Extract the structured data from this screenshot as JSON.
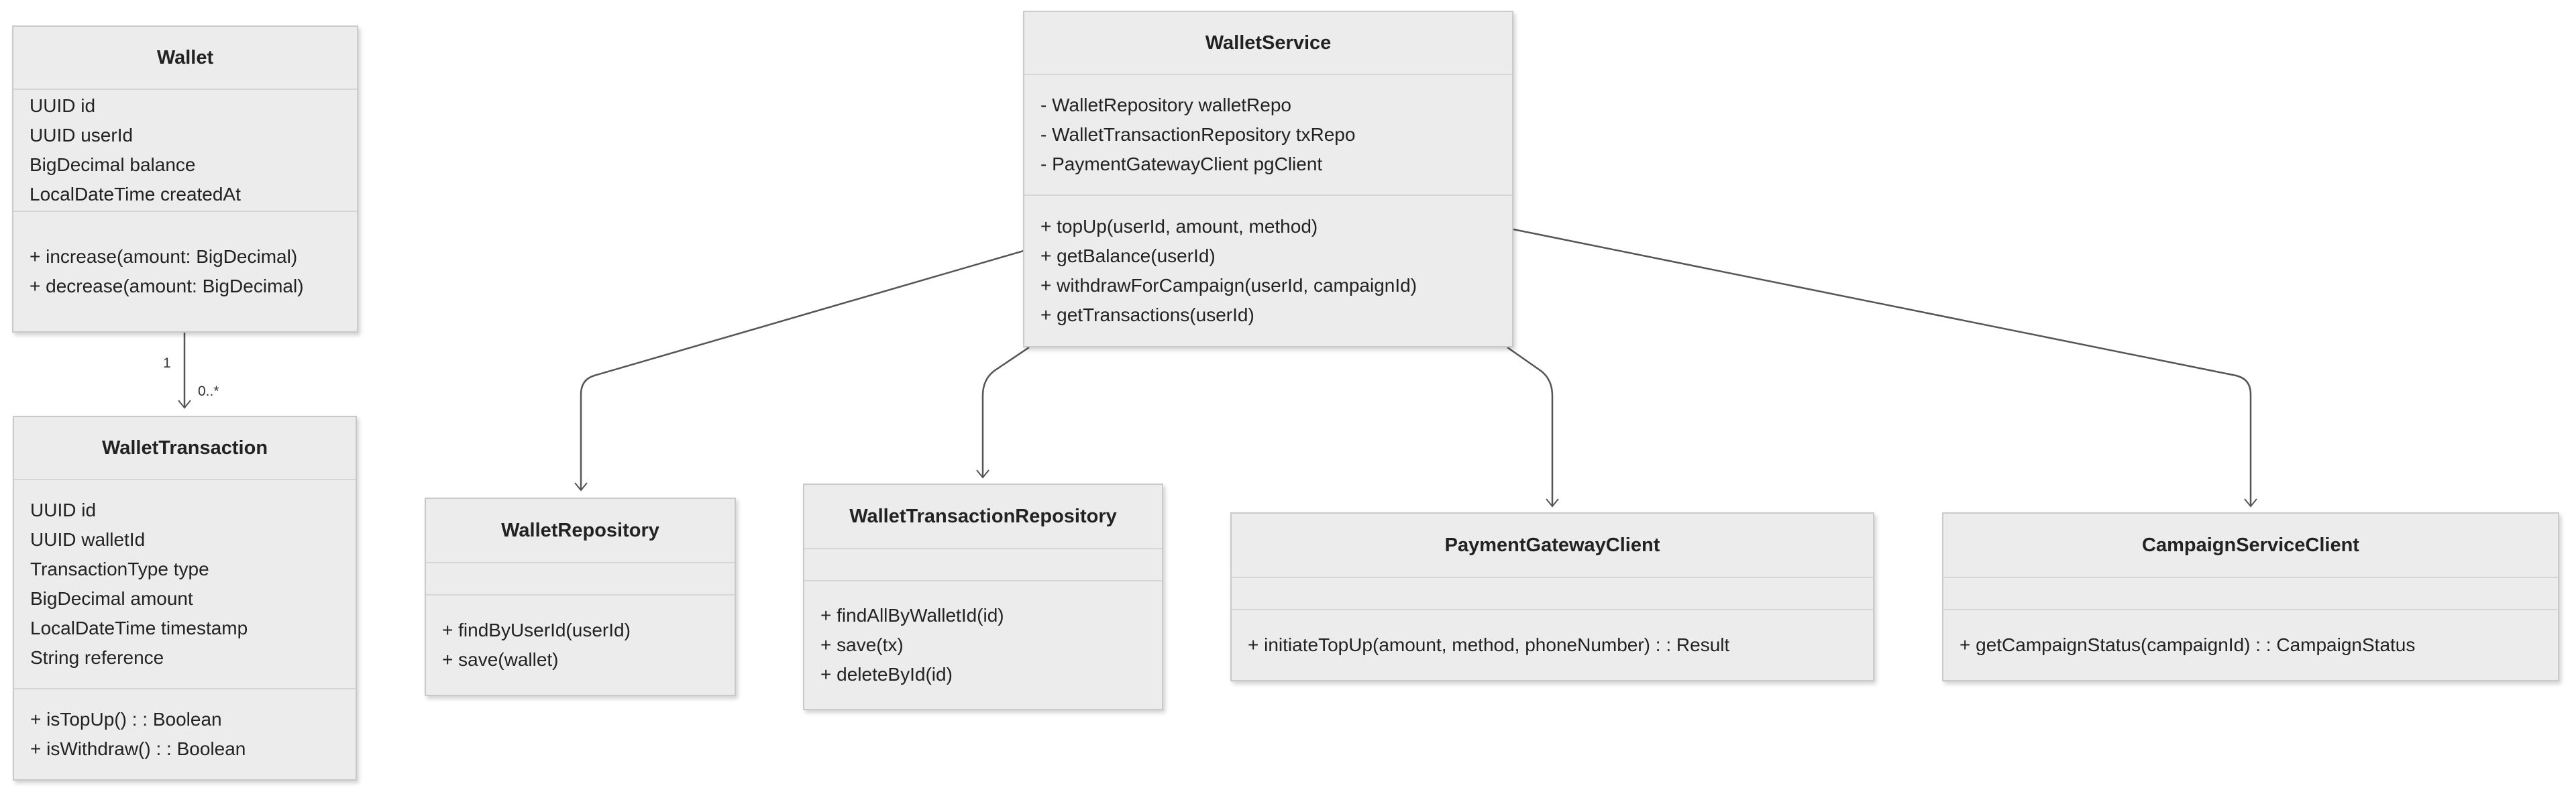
{
  "classes": {
    "wallet": {
      "name": "Wallet",
      "attributes": [
        "UUID id",
        "UUID userId",
        "BigDecimal balance",
        "LocalDateTime createdAt"
      ],
      "methods": [
        "+ increase(amount: BigDecimal)",
        "+ decrease(amount: BigDecimal)"
      ]
    },
    "wallet_transaction": {
      "name": "WalletTransaction",
      "attributes": [
        "UUID id",
        "UUID walletId",
        "TransactionType type",
        "BigDecimal amount",
        "LocalDateTime timestamp",
        "String reference"
      ],
      "methods": [
        "+ isTopUp() : : Boolean",
        "+ isWithdraw() : : Boolean"
      ]
    },
    "wallet_service": {
      "name": "WalletService",
      "attributes": [
        "- WalletRepository walletRepo",
        "- WalletTransactionRepository txRepo",
        "- PaymentGatewayClient pgClient"
      ],
      "methods": [
        "+ topUp(userId, amount, method)",
        "+ getBalance(userId)",
        "+ withdrawForCampaign(userId, campaignId)",
        "+ getTransactions(userId)"
      ]
    },
    "wallet_repository": {
      "name": "WalletRepository",
      "attributes": [],
      "methods": [
        "+ findByUserId(userId)",
        "+ save(wallet)"
      ]
    },
    "wallet_transaction_repository": {
      "name": "WalletTransactionRepository",
      "attributes": [],
      "methods": [
        "+ findAllByWalletId(id)",
        "+ save(tx)",
        "+ deleteById(id)"
      ]
    },
    "payment_gateway_client": {
      "name": "PaymentGatewayClient",
      "attributes": [],
      "methods": [
        "+ initiateTopUp(amount, method, phoneNumber) : : Result"
      ]
    },
    "campaign_service_client": {
      "name": "CampaignServiceClient",
      "attributes": [],
      "methods": [
        "+ getCampaignStatus(campaignId) : : CampaignStatus"
      ]
    }
  },
  "relations": {
    "wallet_to_transaction": {
      "source_multiplicity": "1",
      "target_multiplicity": "0..*"
    }
  },
  "colors": {
    "box_fill": "#ececec",
    "box_border": "#c9c9c9",
    "edge": "#555555"
  }
}
